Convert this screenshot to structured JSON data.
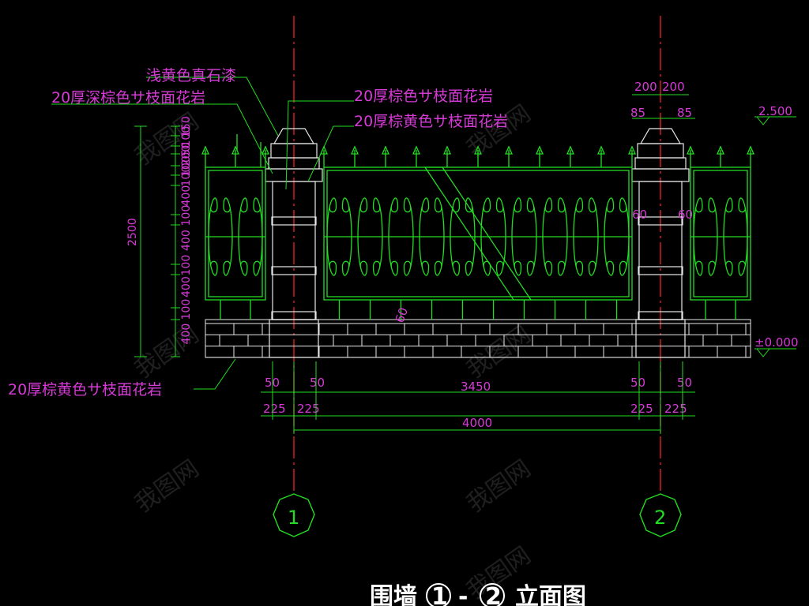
{
  "labels": {
    "top1": "浅黄色真石漆",
    "top2": "20厚深棕色サ枝面花岩",
    "top3": "20厚棕色サ枝面花岩",
    "top4": "20厚棕黄色サ枝面花岩",
    "bottom": "20厚棕黄色サ枝面花岩"
  },
  "dimensions": {
    "total_height": "2500",
    "vertical": [
      "150",
      "100",
      "50",
      "200",
      "100",
      "100",
      "400",
      "100",
      "400",
      "100",
      "400",
      "100",
      "400"
    ],
    "top_right_200a": "200",
    "top_right_200b": "200",
    "top_right_85a": "85",
    "top_right_85b": "85",
    "left50": "50",
    "left50b": "50",
    "left225a": "225",
    "left225b": "225",
    "span_3450": "3450",
    "right50a": "50",
    "right50b": "50",
    "right225a": "225",
    "right225b": "225",
    "span_4000": "4000",
    "inner60a": "60",
    "inner60b": "60",
    "inner60c": "60"
  },
  "levels": {
    "top": "2.500",
    "ground": "±0.000"
  },
  "axes": [
    "1",
    "2"
  ],
  "title": {
    "prefix": "围墙",
    "axis_a": "1",
    "dash": "-",
    "axis_b": "2",
    "suffix": "立面图"
  },
  "colors": {
    "background": "#000000",
    "fence": "#22dd22",
    "annotation": "#d63bd6",
    "structure": "#e8e8e8",
    "axis_line": "#e02020"
  }
}
